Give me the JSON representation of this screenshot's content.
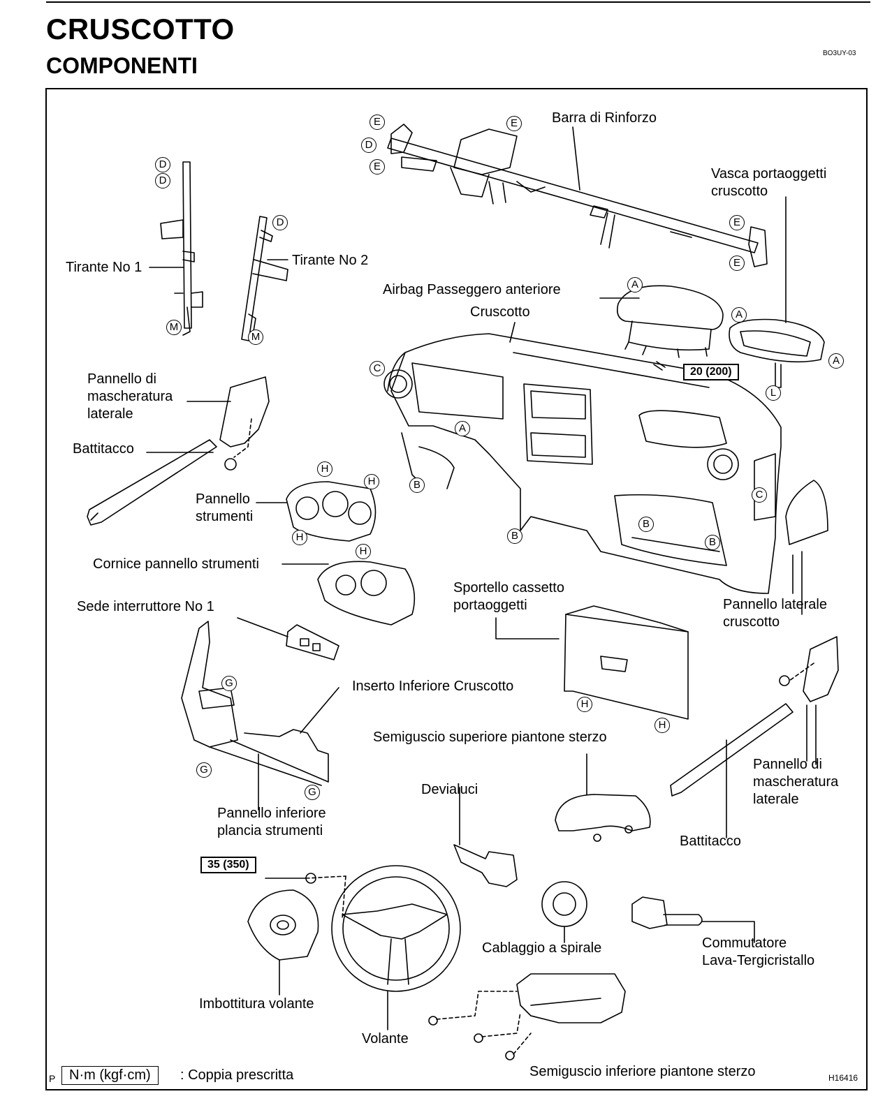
{
  "header": {
    "title": "CRUSCOTTO",
    "subtitle": "COMPONENTI",
    "doc_code": "BO3UY-03"
  },
  "labels": {
    "barra_rinforzo": "Barra di Rinforzo",
    "vasca": [
      "Vasca portaoggetti",
      "cruscotto"
    ],
    "tirante1": "Tirante No 1",
    "tirante2": "Tirante No 2",
    "airbag_passeggero": "Airbag Passeggero anteriore",
    "cruscotto": "Cruscotto",
    "pannello_masch_sx": [
      "Pannello di",
      "mascheratura",
      "laterale"
    ],
    "battitacco_sx": "Battitacco",
    "pannello_strumenti": [
      "Pannello",
      "strumenti"
    ],
    "cornice": "Cornice pannello strumenti",
    "sede_interruttore": "Sede interruttore No 1",
    "sportello": [
      "Sportello  cassetto",
      "portaoggetti"
    ],
    "pannello_laterale": [
      "Pannello laterale",
      "cruscotto"
    ],
    "inserto": "Inserto Inferiore Cruscotto",
    "semiguscio_sup": "Semiguscio superiore piantone sterzo",
    "pannello_masch_dx": [
      "Pannello di",
      "mascheratura",
      "laterale"
    ],
    "pannello_inferiore": [
      "Pannello inferiore",
      "plancia strumenti"
    ],
    "devialuci": "Devialuci",
    "battitacco_dx": "Battitacco",
    "commutatore": [
      "Commutatore",
      "Lava-Tergicristallo"
    ],
    "cablaggio": "Cablaggio a spirale",
    "imbottitura": "Imbottitura volante",
    "volante": "Volante",
    "semiguscio_inf": "Semiguscio inferiore piantone sterzo"
  },
  "torques": {
    "airbag_bolt": "20 (200)",
    "steering_nut": "35 (350)"
  },
  "callouts": {
    "A": "A",
    "B": "B",
    "C": "C",
    "D": "D",
    "E": "E",
    "G": "G",
    "H": "H",
    "L": "L",
    "M": "M"
  },
  "legend": {
    "unit": "N·m (kgf·cm)",
    "text": ": Coppia prescritta",
    "page_mark": "P",
    "figure_id": "H16416"
  }
}
